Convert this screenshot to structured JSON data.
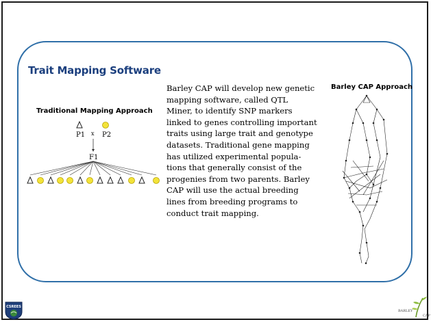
{
  "slide": {
    "title": "Trait Mapping Software",
    "traditional": {
      "heading": "Traditional Mapping Approach",
      "parent1": "P1",
      "parent2": "P2",
      "cross": "x",
      "f1": "F1"
    },
    "body_lines": [
      "Barley CAP will develop new genetic",
      "mapping software, called QTL",
      "Miner, to identify SNP markers",
      "linked to genes controlling important",
      "traits using large trait and genotype",
      "datasets.  Traditional gene mapping",
      "has utilized experimental popula-",
      "tions that generally consist of the",
      "progenies from two parents.  Barley",
      "CAP will use the actual breeding",
      "lines from breeding programs to",
      "conduct trait mapping."
    ],
    "barley_heading": "Barley CAP Approach"
  },
  "logos": {
    "csrees_text": "CSREES",
    "barley_text": "BARLEY",
    "cap_text": "CAP"
  },
  "colors": {
    "title": "#1b3f7e",
    "panel_border": "#2f6fa8",
    "circle_fill": "#f3e33a",
    "circle_stroke": "#b7a200"
  }
}
